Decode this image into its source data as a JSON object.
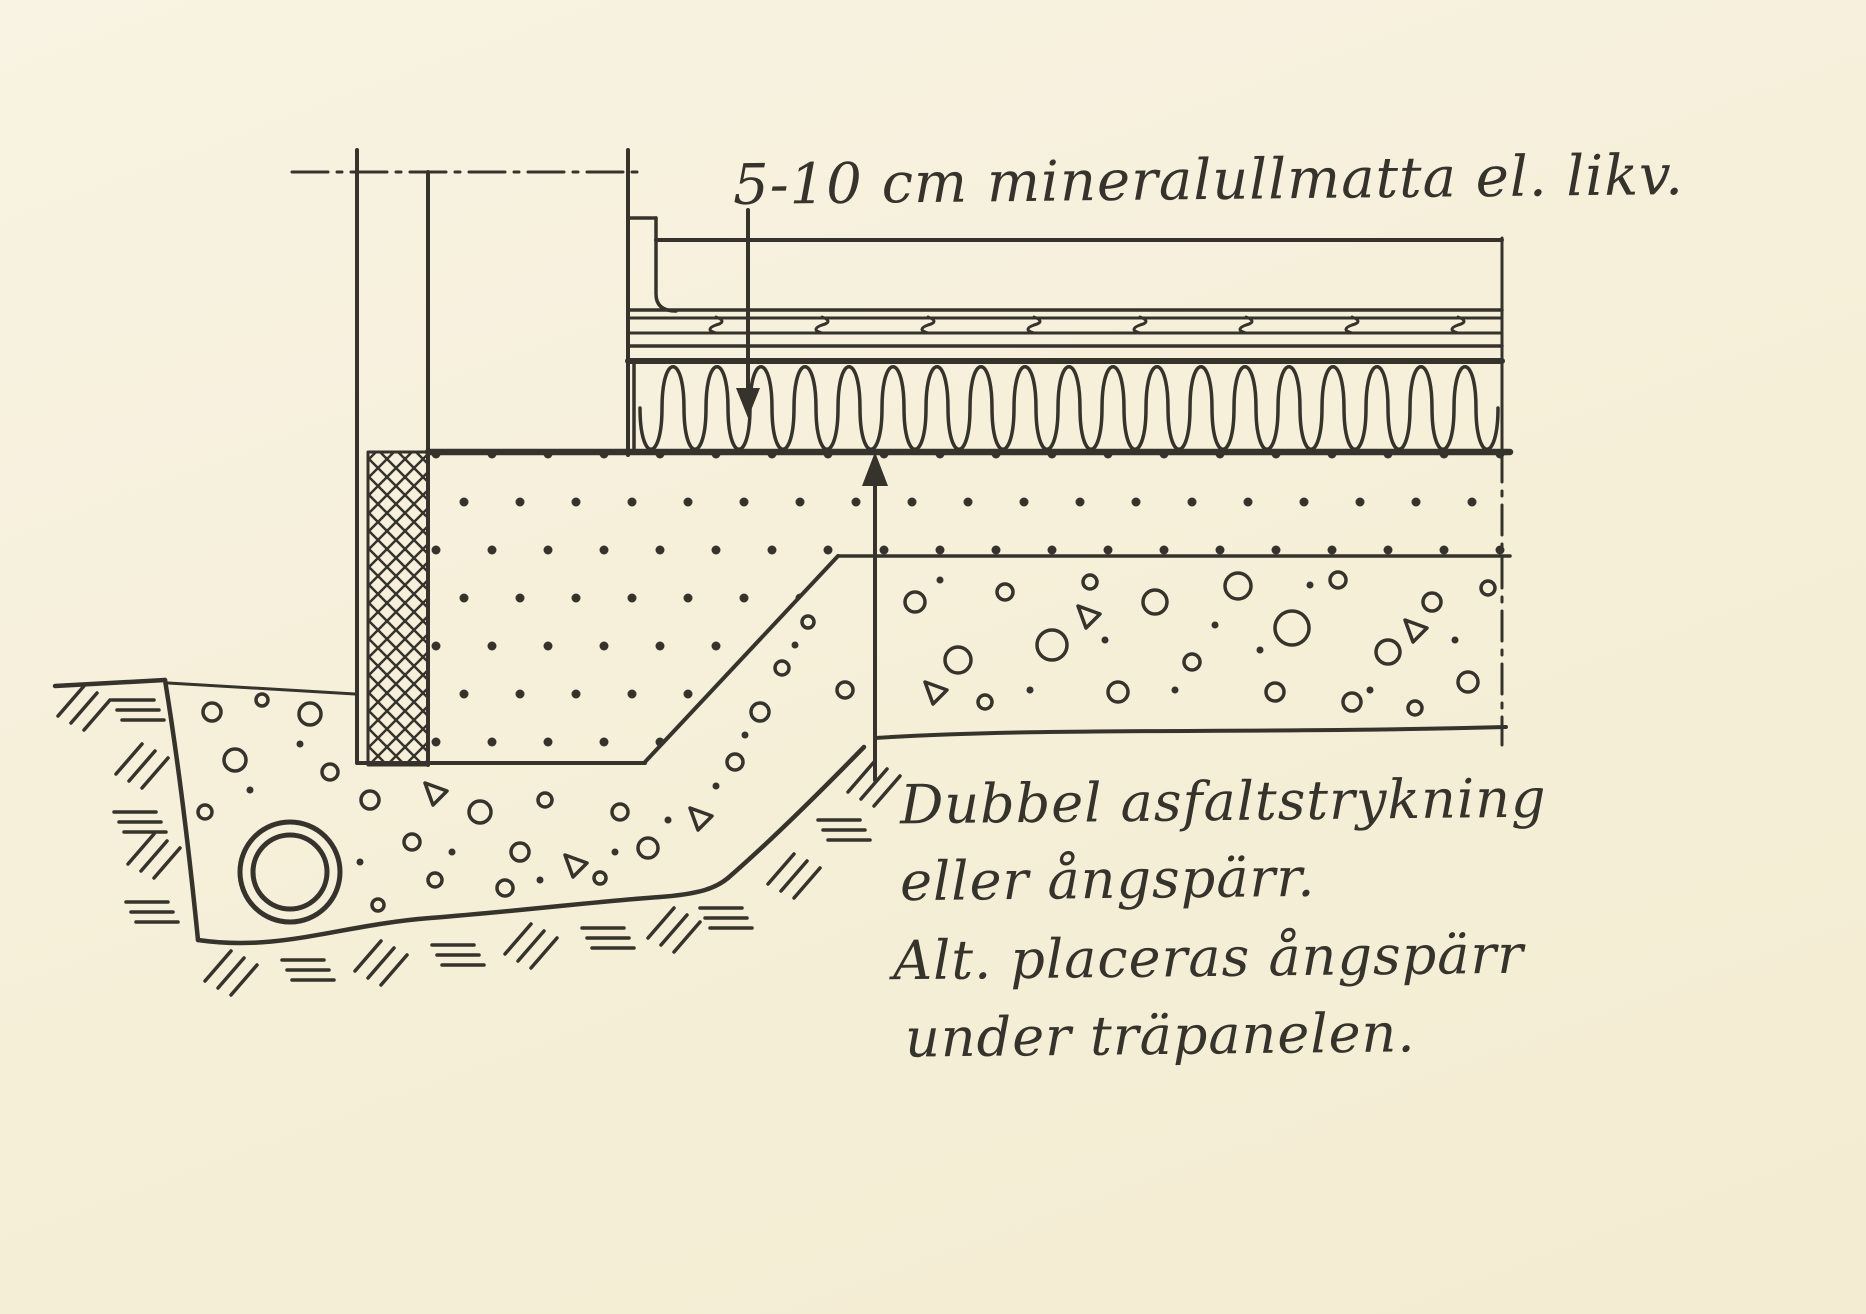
{
  "colors": {
    "paper": "#f6f0da",
    "ink": "#35332c"
  },
  "annotations": {
    "insulation": "5-10 cm mineralullmatta el. likv.",
    "asphalt_1": "Dubbel asfaltstrykning",
    "asphalt_2": "eller ångspärr.",
    "alt_1": "Alt. placeras ångspärr",
    "alt_2": "under träpanelen."
  },
  "drawing": {
    "type": "construction-section-detail",
    "elements": [
      "wall-section",
      "floor-boards",
      "mineral-wool-mat",
      "asphalt-coating-line",
      "concrete-slab",
      "gravel-fill",
      "drain-pipe",
      "soil-hatching",
      "excavation-outline"
    ]
  }
}
